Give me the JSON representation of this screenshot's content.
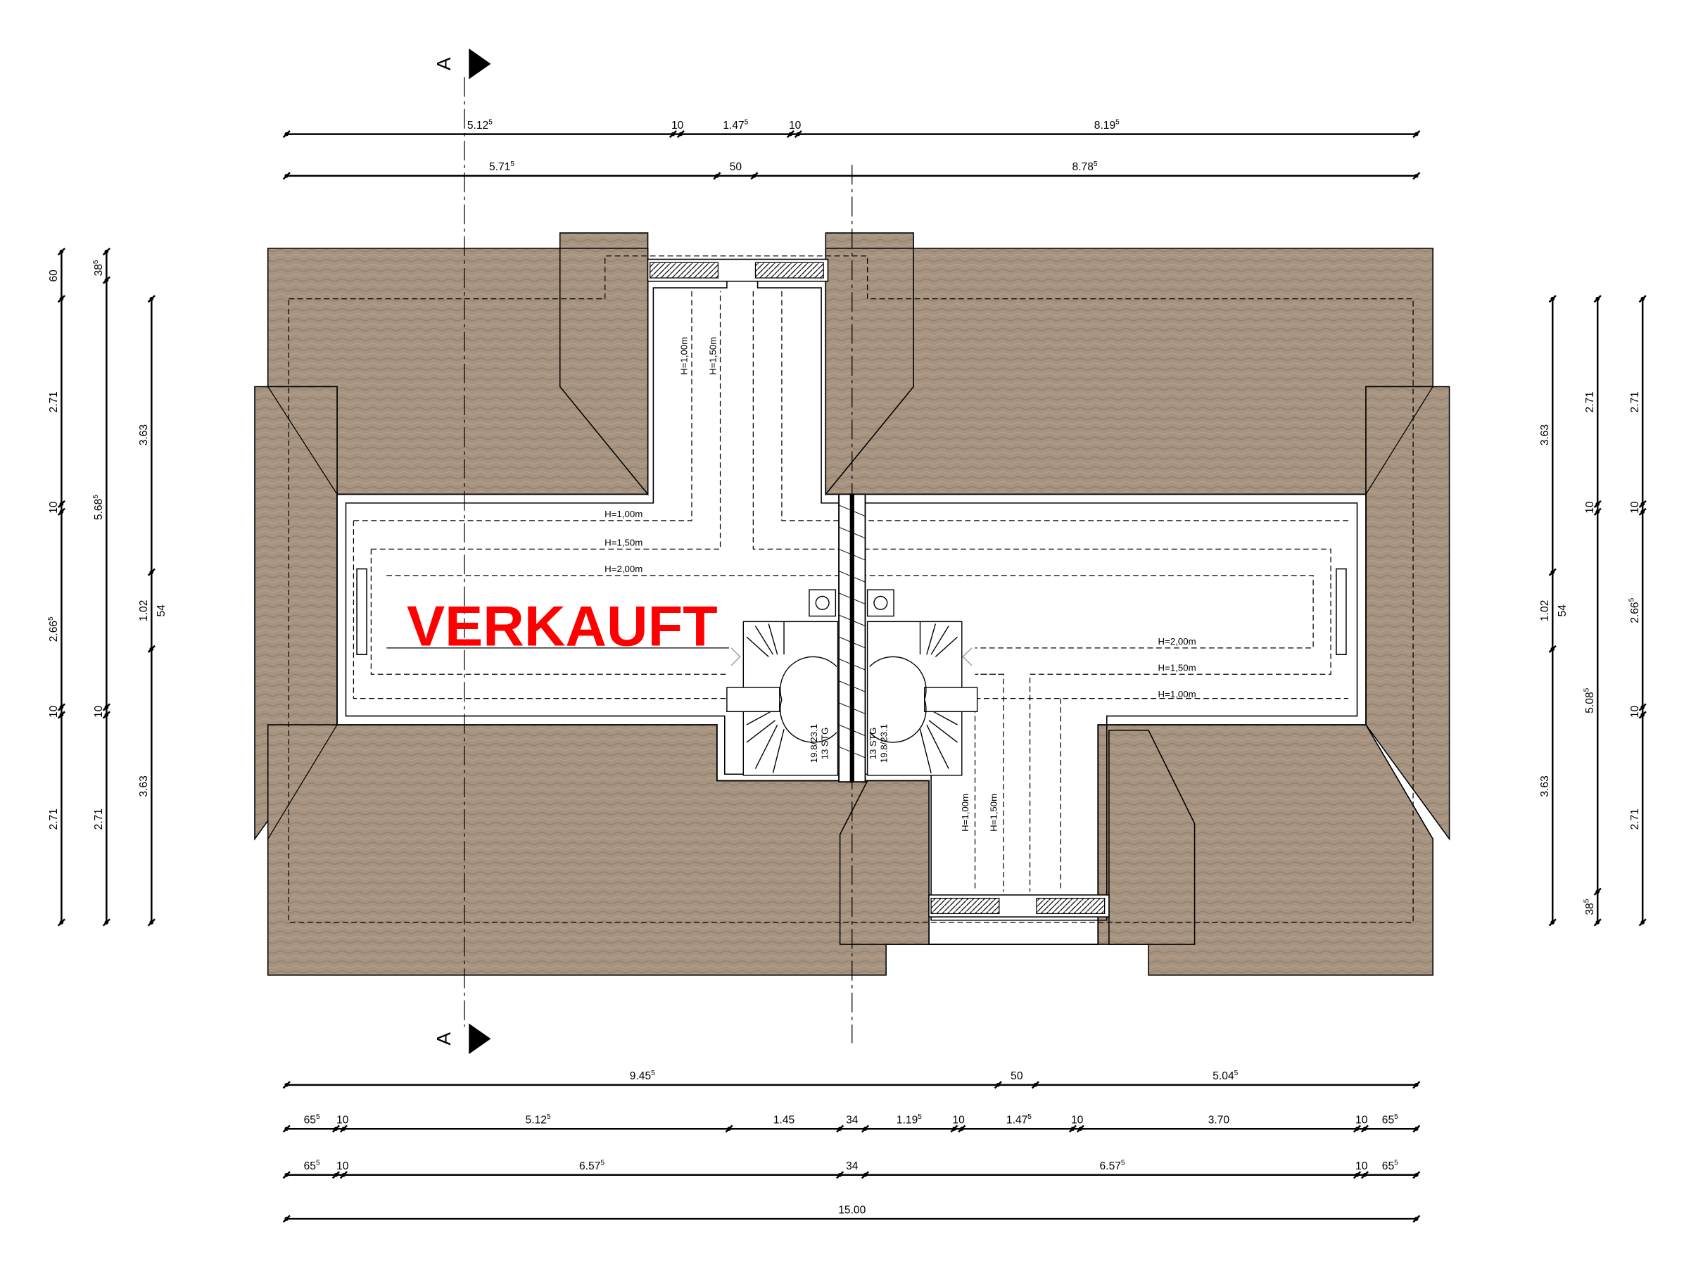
{
  "section_marks": {
    "top": "A",
    "bottom": "A"
  },
  "top_dims_row1": [
    {
      "base": "5.12",
      "sup": "5"
    },
    {
      "base": "10",
      "sup": ""
    },
    {
      "base": "1.47",
      "sup": "5"
    },
    {
      "base": "10",
      "sup": ""
    },
    {
      "base": "8.19",
      "sup": "5"
    }
  ],
  "top_dims_row2": [
    {
      "base": "5.71",
      "sup": "5"
    },
    {
      "base": "50",
      "sup": ""
    },
    {
      "base": "8.78",
      "sup": "5"
    }
  ],
  "left_dims_outer": [
    {
      "base": "60",
      "sup": ""
    },
    {
      "base": "2.71",
      "sup": ""
    },
    {
      "base": "10",
      "sup": ""
    },
    {
      "base": "2.66",
      "sup": "5"
    },
    {
      "base": "10",
      "sup": ""
    },
    {
      "base": "2.71",
      "sup": ""
    }
  ],
  "left_dims_mid": [
    {
      "base": "38",
      "sup": "5"
    },
    {
      "base": "5.68",
      "sup": "5"
    },
    {
      "base": "10",
      "sup": ""
    },
    {
      "base": "2.71",
      "sup": ""
    }
  ],
  "left_dims_inner": [
    {
      "base": "3.63",
      "sup": ""
    },
    {
      "base": "1.02",
      "sup": ""
    },
    {
      "base": "54",
      "sup": ""
    },
    {
      "base": "3.63",
      "sup": ""
    }
  ],
  "right_dims_inner": [
    {
      "base": "3.63",
      "sup": ""
    },
    {
      "base": "1.02",
      "sup": ""
    },
    {
      "base": "54",
      "sup": ""
    },
    {
      "base": "3.63",
      "sup": ""
    }
  ],
  "right_dims_mid": [
    {
      "base": "2.71",
      "sup": ""
    },
    {
      "base": "10",
      "sup": ""
    },
    {
      "base": "5.08",
      "sup": "5"
    },
    {
      "base": "38",
      "sup": "5"
    }
  ],
  "right_dims_outer": [
    {
      "base": "2.71",
      "sup": ""
    },
    {
      "base": "10",
      "sup": ""
    },
    {
      "base": "2.66",
      "sup": "5"
    },
    {
      "base": "10",
      "sup": ""
    },
    {
      "base": "2.71",
      "sup": ""
    }
  ],
  "bottom_dims_row1": [
    {
      "base": "9.45",
      "sup": "5"
    },
    {
      "base": "50",
      "sup": ""
    },
    {
      "base": "5.04",
      "sup": "5"
    }
  ],
  "bottom_dims_row2": [
    {
      "base": "65",
      "sup": "5"
    },
    {
      "base": "10",
      "sup": ""
    },
    {
      "base": "5.12",
      "sup": "5"
    },
    {
      "base": "1.45",
      "sup": ""
    },
    {
      "base": "34",
      "sup": ""
    },
    {
      "base": "1.19",
      "sup": "5"
    },
    {
      "base": "10",
      "sup": ""
    },
    {
      "base": "1.47",
      "sup": "5"
    },
    {
      "base": "10",
      "sup": ""
    },
    {
      "base": "3.70",
      "sup": ""
    },
    {
      "base": "10",
      "sup": ""
    },
    {
      "base": "65",
      "sup": "5"
    }
  ],
  "bottom_dims_row3": [
    {
      "base": "65",
      "sup": "5"
    },
    {
      "base": "10",
      "sup": ""
    },
    {
      "base": "6.57",
      "sup": "5"
    },
    {
      "base": "34",
      "sup": ""
    },
    {
      "base": "6.57",
      "sup": "5"
    },
    {
      "base": "10",
      "sup": ""
    },
    {
      "base": "65",
      "sup": "5"
    }
  ],
  "bottom_dims_row4": [
    {
      "base": "15.00",
      "sup": ""
    }
  ],
  "height_labels": {
    "h100": "H=1,00m",
    "h150": "H=1,50m",
    "h200": "H=2,00m"
  },
  "stair_labels": {
    "left_count": "13 STG",
    "left_size": "19.8/23.1",
    "right_count": "13 STG",
    "right_size": "19.8/23.1"
  },
  "stamp": "VERKAUFT",
  "colors": {
    "roof": "#a69380",
    "roof_dark": "#8f7c6a",
    "stamp": "#ff0000",
    "line": "#000000"
  }
}
